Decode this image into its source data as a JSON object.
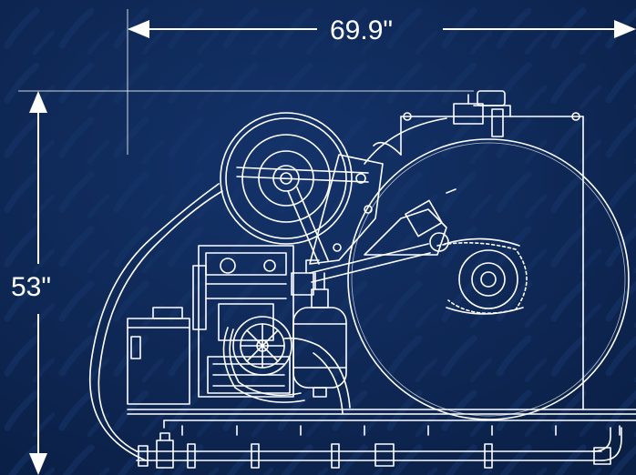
{
  "dimensions": {
    "width": "69.9\"",
    "height": "53\""
  },
  "colors": {
    "background": "#0c2550",
    "line": "#ffffff"
  },
  "subject": "sprayer-unit-blueprint"
}
